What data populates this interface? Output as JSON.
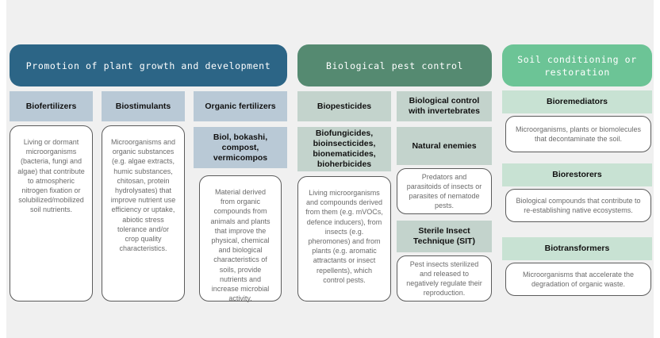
{
  "palette": {
    "background": "#f0f0f0",
    "header_blue": "#2c6586",
    "header_green_mid": "#558a71",
    "header_green_light": "#6cc496",
    "band_blue": "#b9c9d6",
    "band_green_gray": "#c3d3cc",
    "band_mint": "#c8e2d3",
    "card_border": "#5b5b5b",
    "card_text": "#6b6b6b"
  },
  "columns": [
    {
      "id": "plant-growth",
      "header": "Promotion of plant growth and development",
      "subcolumns": [
        {
          "id": "biofertilizers",
          "band": "Biofertilizers",
          "card": "Living or dormant microorganisms (bacteria, fungi and algae) that contribute to atmospheric nitrogen fixation or solubilized/mobilized soil nutrients."
        },
        {
          "id": "biostimulants",
          "band": "Biostimulants",
          "card": "Microorganisms and organic substances (e.g. algae extracts, humic substances, chitosan, protein hydrolysates) that improve nutrient use efficiency or uptake, abiotic stress tolerance and/or crop quality characteristics."
        },
        {
          "id": "organic-fertilizers",
          "band": "Organic fertilizers",
          "band2": "Biol, bokashi, compost, vermicompos",
          "card": "Material derived from organic compounds from animals and plants that improve the physical, chemical and biological characteristics of soils, provide nutrients and increase microbial activity."
        }
      ]
    },
    {
      "id": "pest-control",
      "header": "Biological pest control",
      "subcolumns": [
        {
          "id": "biopesticides",
          "band": "Biopesticides",
          "band2": "Biofungicides, bioinsecticides, bionematicides, bioherbicides",
          "card": "Living microorganisms and compounds derived from them (e.g. mVOCs, defence inducers), from insects (e.g. pheromones) and from plants (e.g. aromatic attractants or insect repellents), which control pests."
        },
        {
          "id": "invertebrates",
          "band": "Biological control with invertebrates",
          "band2": "Natural enemies",
          "card": "Predators and parasitoids of insects or parasites of nematode pests.",
          "band3": "Sterile Insect Technique (SIT)",
          "card3": "Pest insects sterilized and released to negatively regulate their reproduction."
        }
      ]
    },
    {
      "id": "soil-conditioning",
      "header": "Soil conditioning or restoration",
      "stack": [
        {
          "id": "bioremediators",
          "band": "Bioremediators",
          "card": "Microorganisms, plants or biomolecules that decontaminate the soil."
        },
        {
          "id": "biorestorers",
          "band": "Biorestorers",
          "card": "Biological compounds that contribute to re-establishing native ecosystems."
        },
        {
          "id": "biotransformers",
          "band": "Biotransformers",
          "card": "Microorganisms that accelerate the degradation of organic waste."
        }
      ]
    }
  ]
}
